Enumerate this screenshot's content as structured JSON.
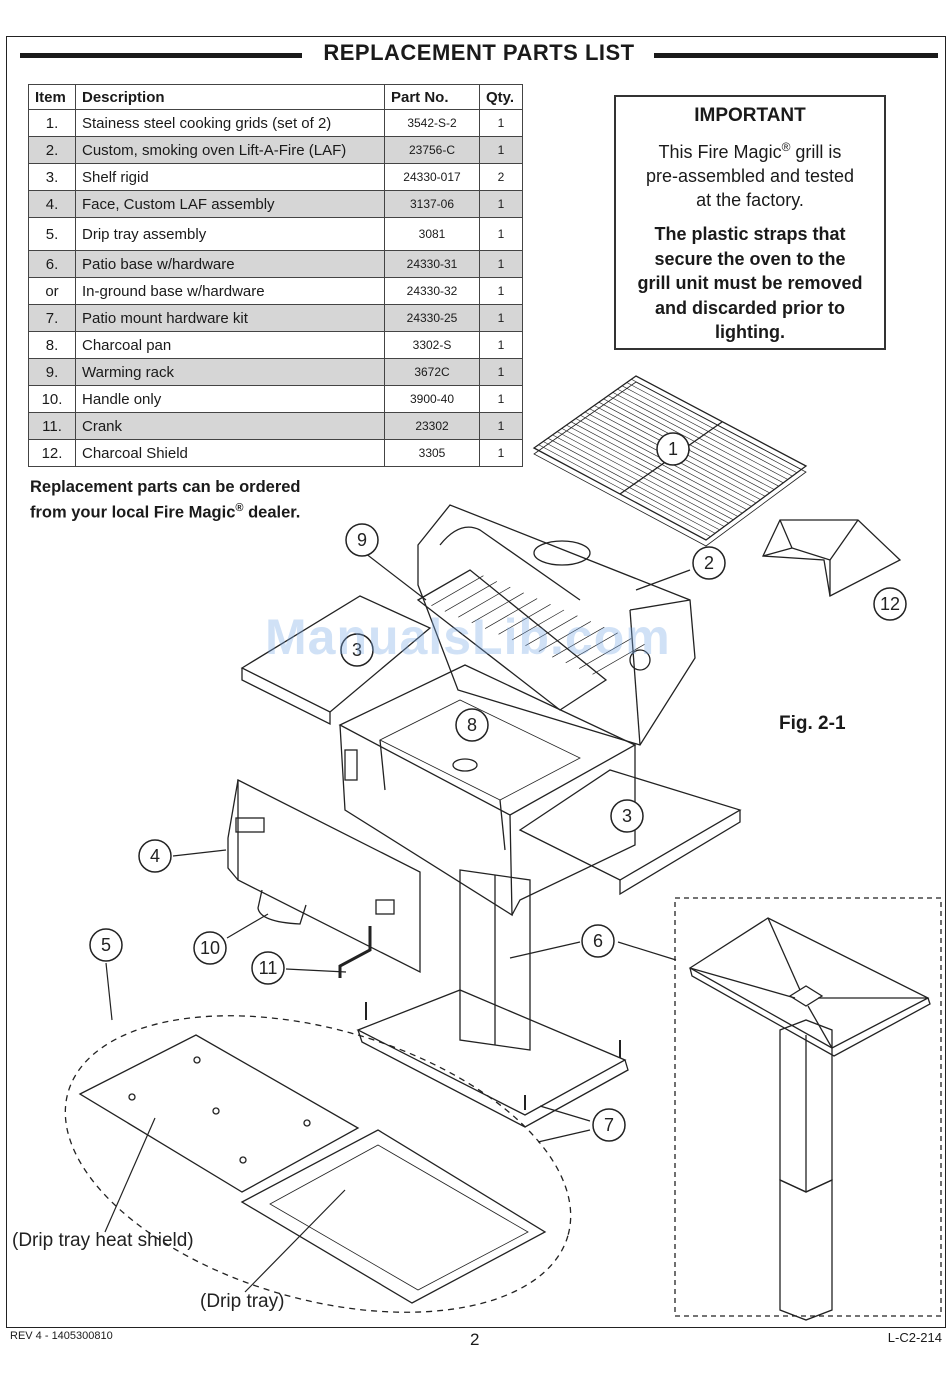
{
  "header": {
    "title": "REPLACEMENT PARTS LIST"
  },
  "table": {
    "columns": [
      "Item",
      "Description",
      "Part No.",
      "Qty."
    ],
    "rows": [
      {
        "item": "1.",
        "desc": "Stainess steel cooking grids (set of 2)",
        "part": "3542-S-2",
        "qty": "1"
      },
      {
        "item": "2.",
        "desc": "Custom, smoking oven Lift-A-Fire (LAF)",
        "part": "23756-C",
        "qty": "1"
      },
      {
        "item": "3.",
        "desc": "Shelf rigid",
        "part": "24330-017",
        "qty": "2"
      },
      {
        "item": "4.",
        "desc": "Face, Custom LAF assembly",
        "part": "3137-06",
        "qty": "1"
      },
      {
        "item": "5.",
        "desc": "Drip tray assembly",
        "part": "3081",
        "qty": "1"
      },
      {
        "item": "6.",
        "desc": "Patio base w/hardware",
        "part": "24330-31",
        "qty": "1"
      },
      {
        "item": "or",
        "desc": "In-ground base w/hardware",
        "part": "24330-32",
        "qty": "1"
      },
      {
        "item": "7.",
        "desc": "Patio mount hardware kit",
        "part": "24330-25",
        "qty": "1"
      },
      {
        "item": "8.",
        "desc": "Charcoal pan",
        "part": "3302-S",
        "qty": "1"
      },
      {
        "item": "9.",
        "desc": "Warming rack",
        "part": "3672C",
        "qty": "1"
      },
      {
        "item": "10.",
        "desc": "Handle only",
        "part": "3900-40",
        "qty": "1"
      },
      {
        "item": "11.",
        "desc": "Crank",
        "part": "23302",
        "qty": "1"
      },
      {
        "item": "12.",
        "desc": "Charcoal Shield",
        "part": "3305",
        "qty": "1"
      }
    ]
  },
  "important": {
    "title": "IMPORTANT",
    "line1": "This Fire Magic",
    "reg": "®",
    "line1b": " grill is",
    "line2": "pre-assembled and tested",
    "line3": "at the factory.",
    "bold1": "The plastic straps that",
    "bold2": "secure the oven to the",
    "bold3": "grill unit must be removed",
    "bold4": "and discarded prior to",
    "bold5": "lighting."
  },
  "order_note": {
    "line1": "Replacement parts can be ordered",
    "line2a": "from your local Fire Magic",
    "reg": "®",
    "line2b": " dealer."
  },
  "figure": {
    "label": "Fig. 2-1",
    "callouts": [
      "1",
      "2",
      "3",
      "3",
      "4",
      "5",
      "6",
      "7",
      "8",
      "9",
      "10",
      "11",
      "12"
    ],
    "caption_heat_shield": "(Drip tray heat shield)",
    "caption_drip_tray": "(Drip tray)"
  },
  "watermark": "ManualsLib.com",
  "footer": {
    "left": "REV 4 - 1405300810",
    "page": "2",
    "right": "L-C2-214"
  }
}
